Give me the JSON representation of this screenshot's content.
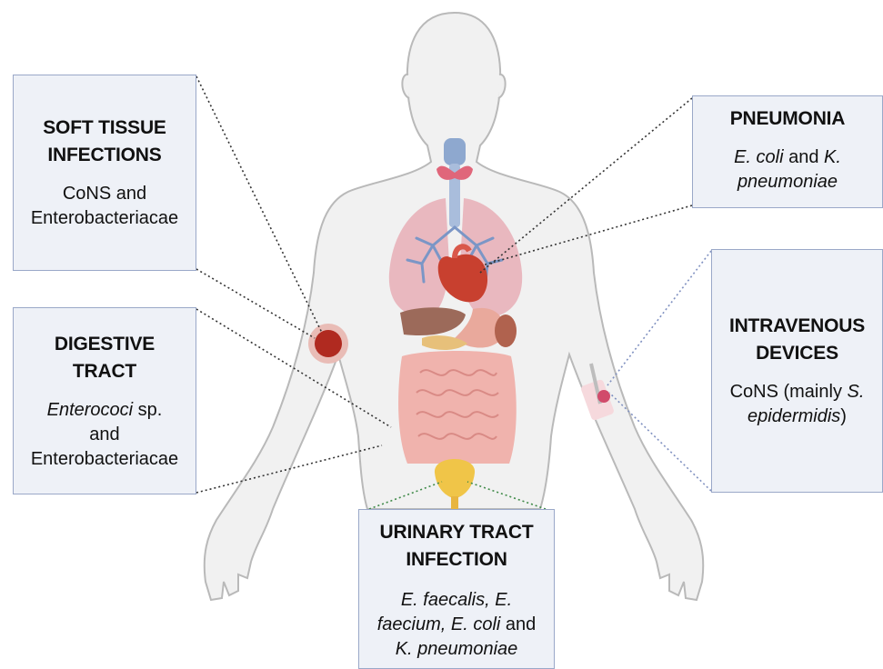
{
  "soft_tissue": {
    "title_line1": "SOFT TISSUE",
    "title_line2": "INFECTIONS",
    "body_line1": "CoNS and",
    "body_line2": "Enterobacteriacae"
  },
  "digestive": {
    "title_line1": "DIGESTIVE",
    "title_line2": "TRACT",
    "body_line1_italic": "Enterococi",
    "body_line1_rest": " sp.",
    "body_line2": "and",
    "body_line3": "Enterobacteriacae"
  },
  "pneumonia": {
    "title": "PNEUMONIA",
    "body_line1_italic": "E. coli",
    "body_line1_rest": " and ",
    "body_line1_italic2": "K.",
    "body_line2_italic": "pneumoniae"
  },
  "intravenous": {
    "title_line1": "INTRAVENOUS",
    "title_line2": "DEVICES",
    "body_line1_rest": "CoNS (mainly ",
    "body_line1_italic": "S.",
    "body_line2_italic": "epidermidis",
    "body_line2_rest": ")"
  },
  "urinary": {
    "title_line1": "URINARY TRACT",
    "title_line2": "INFECTION",
    "body_line1_italic": "E. faecalis, E.",
    "body_line2_italic": "faecium, E. coli",
    "body_line2_rest": " and",
    "body_line3_italic": "K. pneumoniae"
  },
  "colors": {
    "box_fill": "#eef1f7",
    "box_border": "#9aa8c8",
    "skin": "#f1f1f1",
    "outline": "#b9b9b9",
    "lung": "#e9b8bf",
    "heart": "#c8402f",
    "intestine": "#f0b3ad",
    "bladder": "#f0c548",
    "trachea": "#8ea8cf",
    "wound": "#b02a20"
  }
}
